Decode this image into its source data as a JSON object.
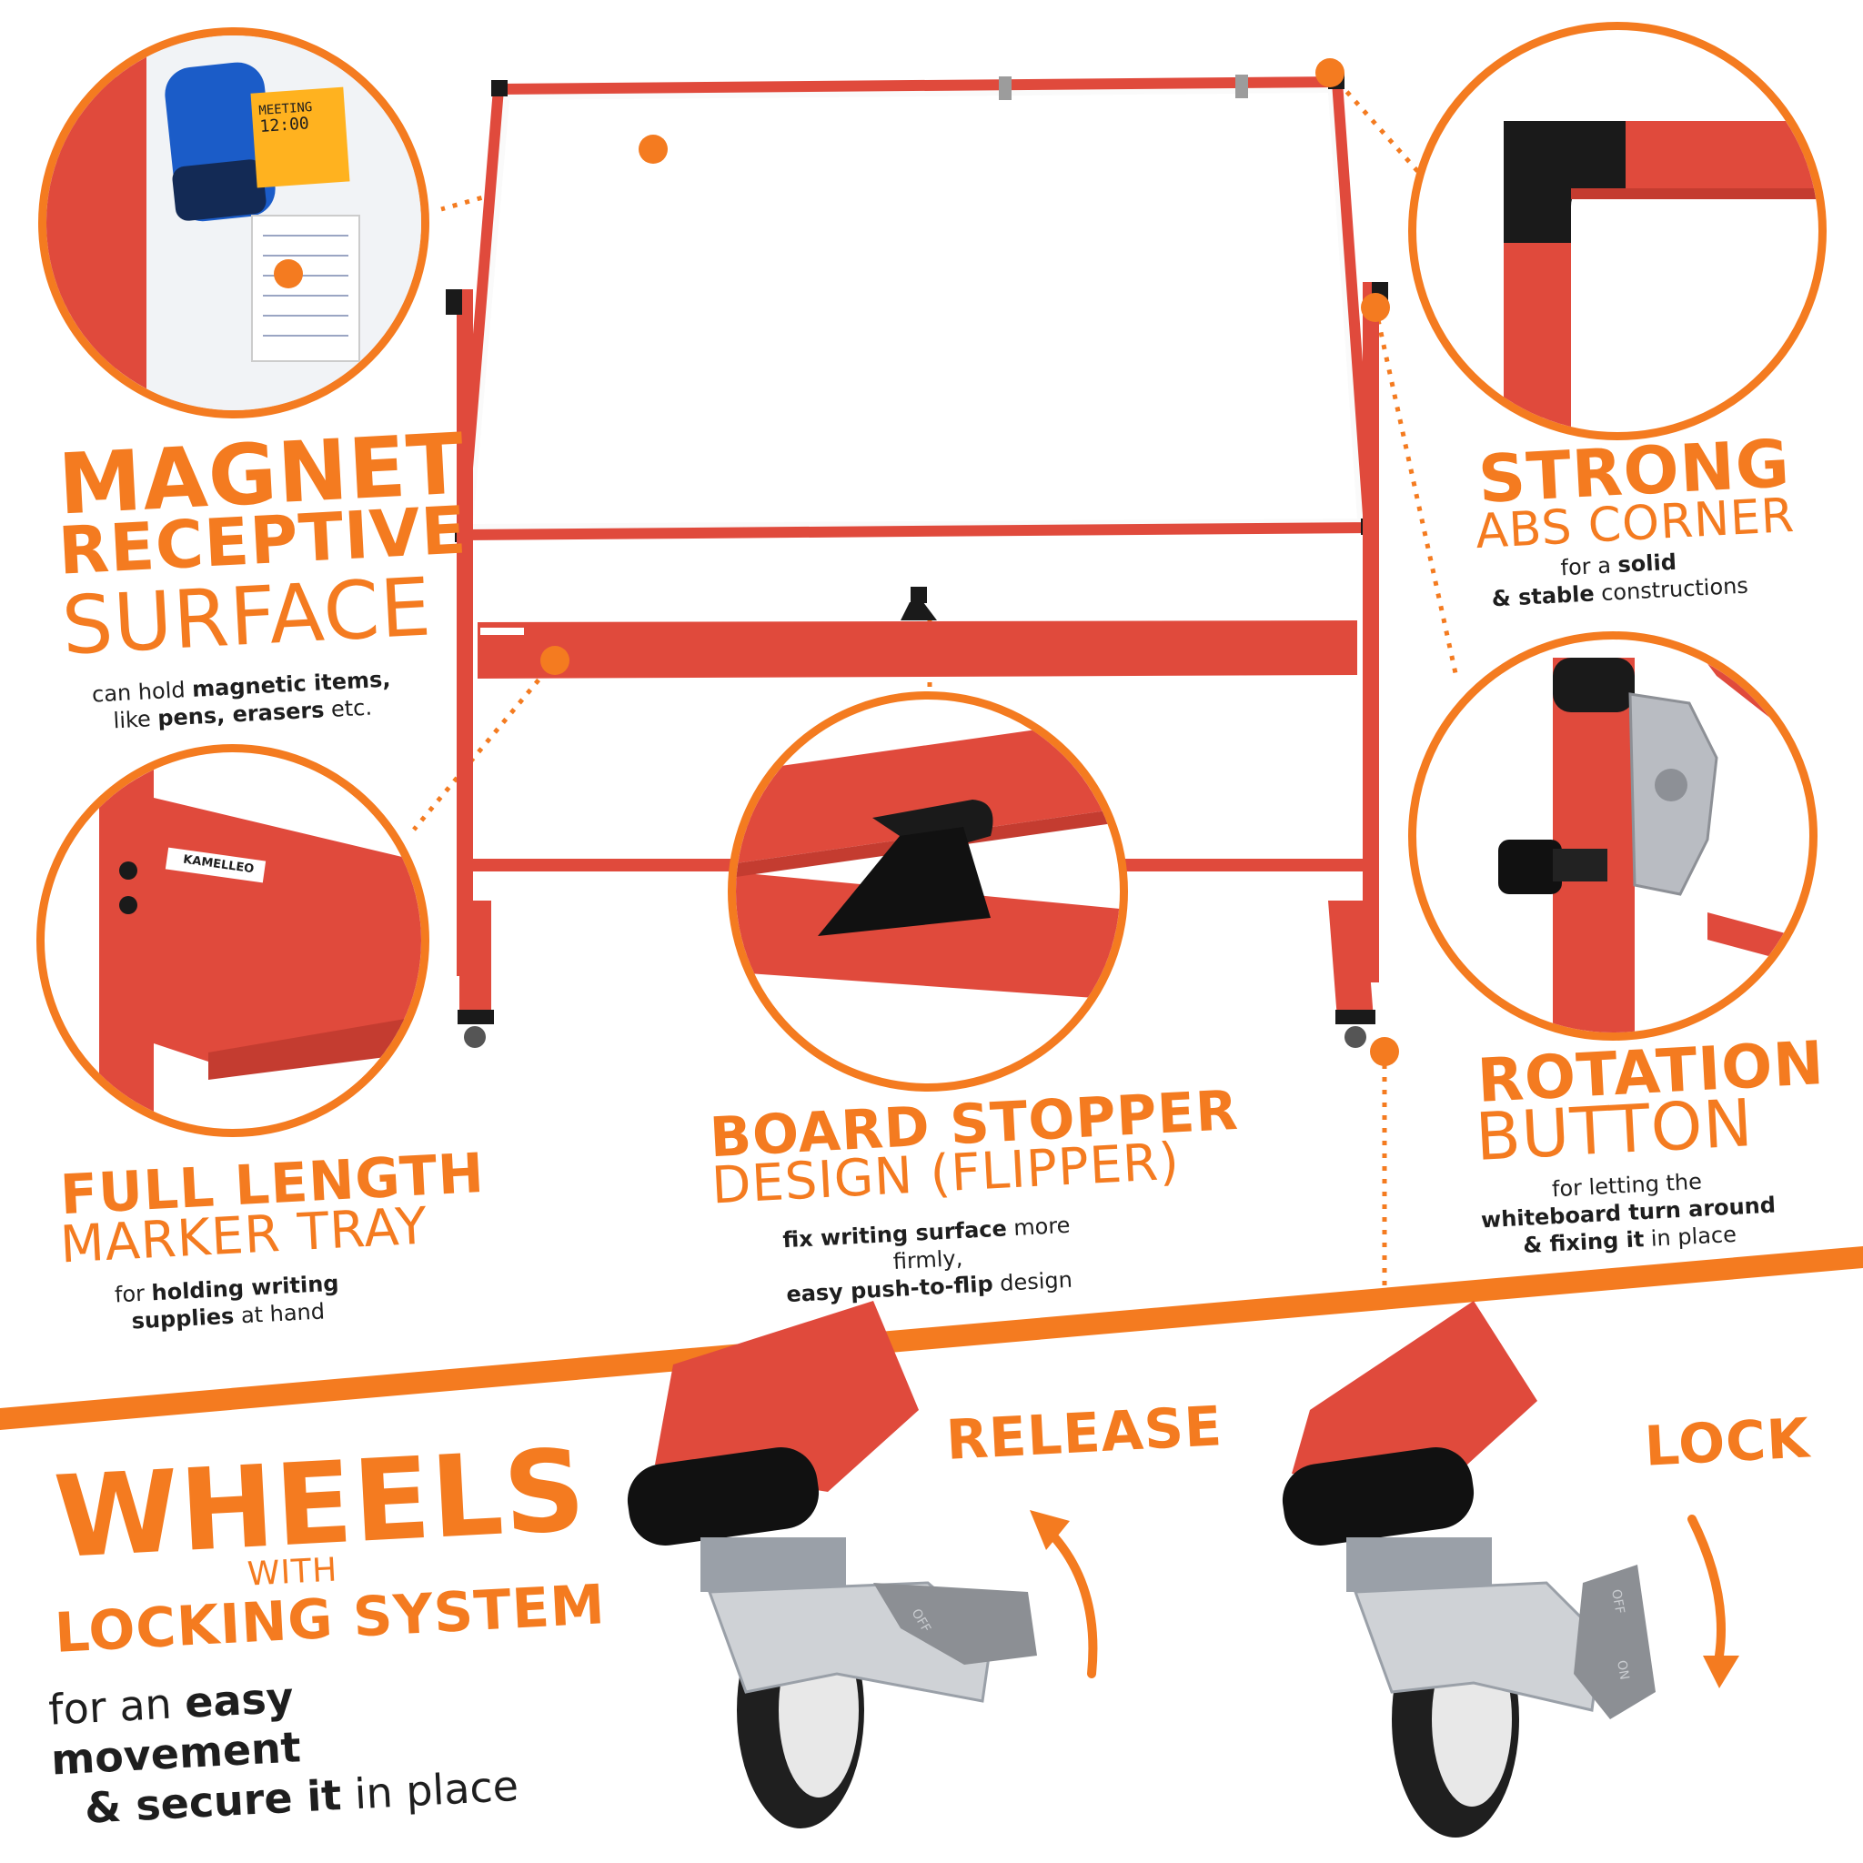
{
  "colors": {
    "accent": "#f47b20",
    "frame": "#e04a3c",
    "plastic": "#1a1a1a",
    "text": "#1e1e1e"
  },
  "magnet": {
    "title1": "MAGNET",
    "title2": "RECEPTIVE",
    "title3": "SURFACE",
    "desc_line1_a": "can hold ",
    "desc_line1_b": "magnetic items,",
    "desc_line2_a": "like ",
    "desc_line2_b": "pens, erasers",
    "desc_line2_c": " etc.",
    "note_line1": "MEETING",
    "note_line2": "12:00"
  },
  "corner": {
    "title1": "STRONG",
    "title2": "ABS CORNER",
    "desc_line1_a": "for a ",
    "desc_line1_b": "solid",
    "desc_line2_a": "& stable",
    "desc_line2_b": " constructions"
  },
  "tray": {
    "title1": "FULL LENGTH",
    "title2": "MARKER TRAY",
    "desc_line1_a": "for ",
    "desc_line1_b": "holding writing",
    "desc_line2_a": "supplies",
    "desc_line2_b": " at hand",
    "brand_label": "KAMELLEO"
  },
  "stopper": {
    "title1": "BOARD STOPPER",
    "title2": "DESIGN (FLIPPER)",
    "desc_line1_a": "fix writing surface",
    "desc_line1_b": " more firmly,",
    "desc_line2_a": "easy push-to-flip",
    "desc_line2_b": " design"
  },
  "rotation": {
    "title1": "ROTATION",
    "title2": "BUTTON",
    "desc_line1": "for letting the",
    "desc_line2": "whiteboard turn around",
    "desc_line3_a": "& fixing it",
    "desc_line3_b": " in place"
  },
  "wheels": {
    "title1": "WHEELS",
    "title2": "WITH",
    "title3": "LOCKING SYSTEM",
    "desc_line1_a": "for an ",
    "desc_line1_b": "easy movement",
    "desc_line2_a": "& secure it",
    "desc_line2_b": " in place",
    "release_label": "RELEASE",
    "lock_label": "LOCK",
    "pedal_off": "OFF",
    "pedal_on": "ON"
  }
}
